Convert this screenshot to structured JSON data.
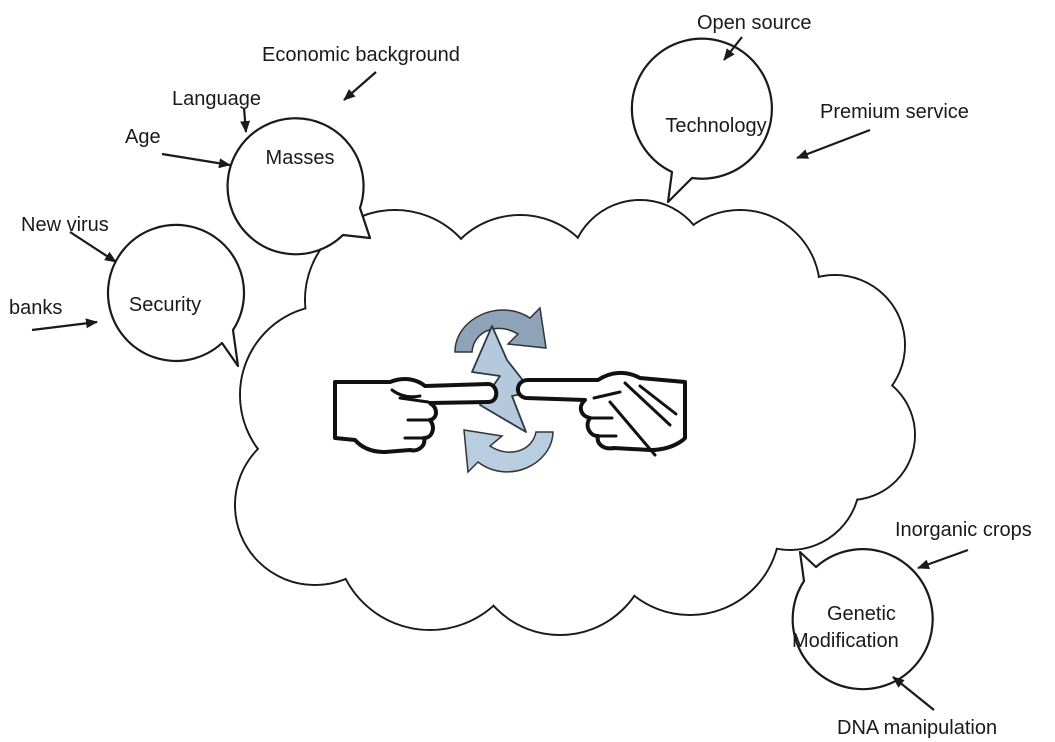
{
  "bubbles": {
    "masses": "Masses",
    "technology": "Technology",
    "security": "Security",
    "genetic_line1": "Genetic",
    "genetic_line2": "Modification"
  },
  "labels": {
    "economic_background": "Economic background",
    "language": "Language",
    "age": "Age",
    "open_source": "Open source",
    "premium_service": "Premium service",
    "new_virus": "New virus",
    "banks": "banks",
    "inorganic_crops": "Inorganic crops",
    "dna_manipulation": "DNA manipulation"
  },
  "colors": {
    "line": "#1a1a1a",
    "arrow_fill_left": "#8fa3b8",
    "arrow_fill_right": "#b9cde0",
    "lightning_fill": "#b5c8dc"
  }
}
